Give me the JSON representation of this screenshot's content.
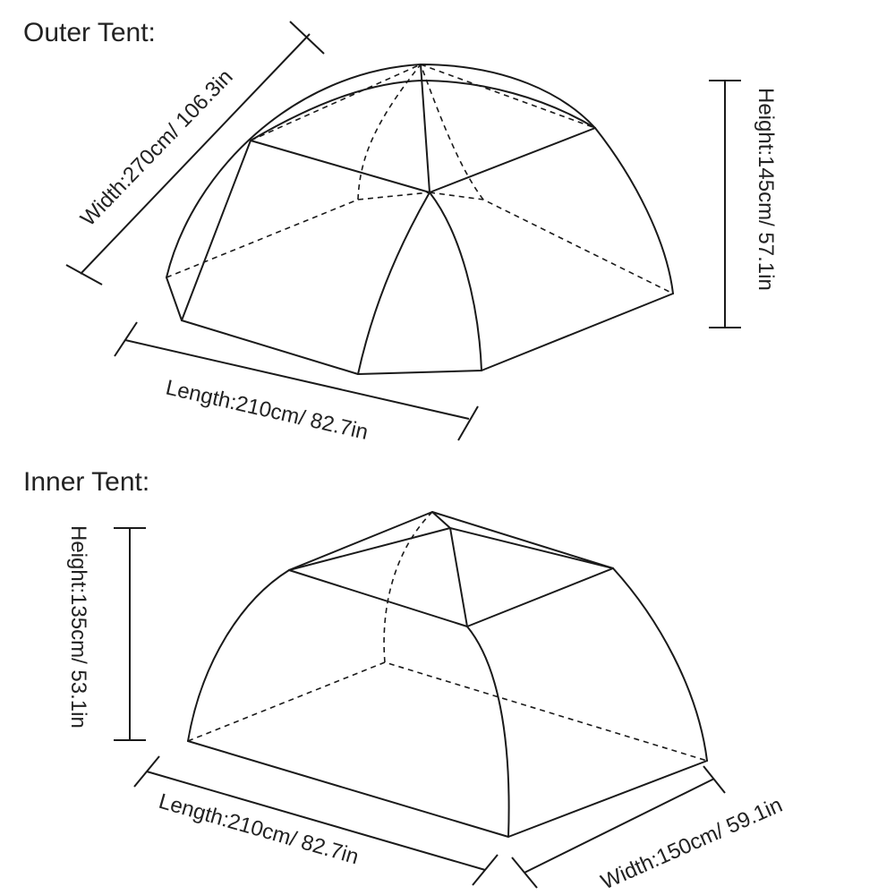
{
  "outer": {
    "title": "Outer Tent:",
    "width_label": "Width:270cm/ 106.3in",
    "height_label": "Height:145cm/ 57.1in",
    "length_label": "Length:210cm/ 82.7in"
  },
  "inner": {
    "title": "Inner Tent:",
    "height_label": "Height:135cm/ 53.1in",
    "length_label": "Length:210cm/ 82.7in",
    "width_label": "Width:150cm/ 59.1in"
  },
  "colors": {
    "line": "#1a1a1a",
    "text": "#222222",
    "background": "#ffffff"
  }
}
